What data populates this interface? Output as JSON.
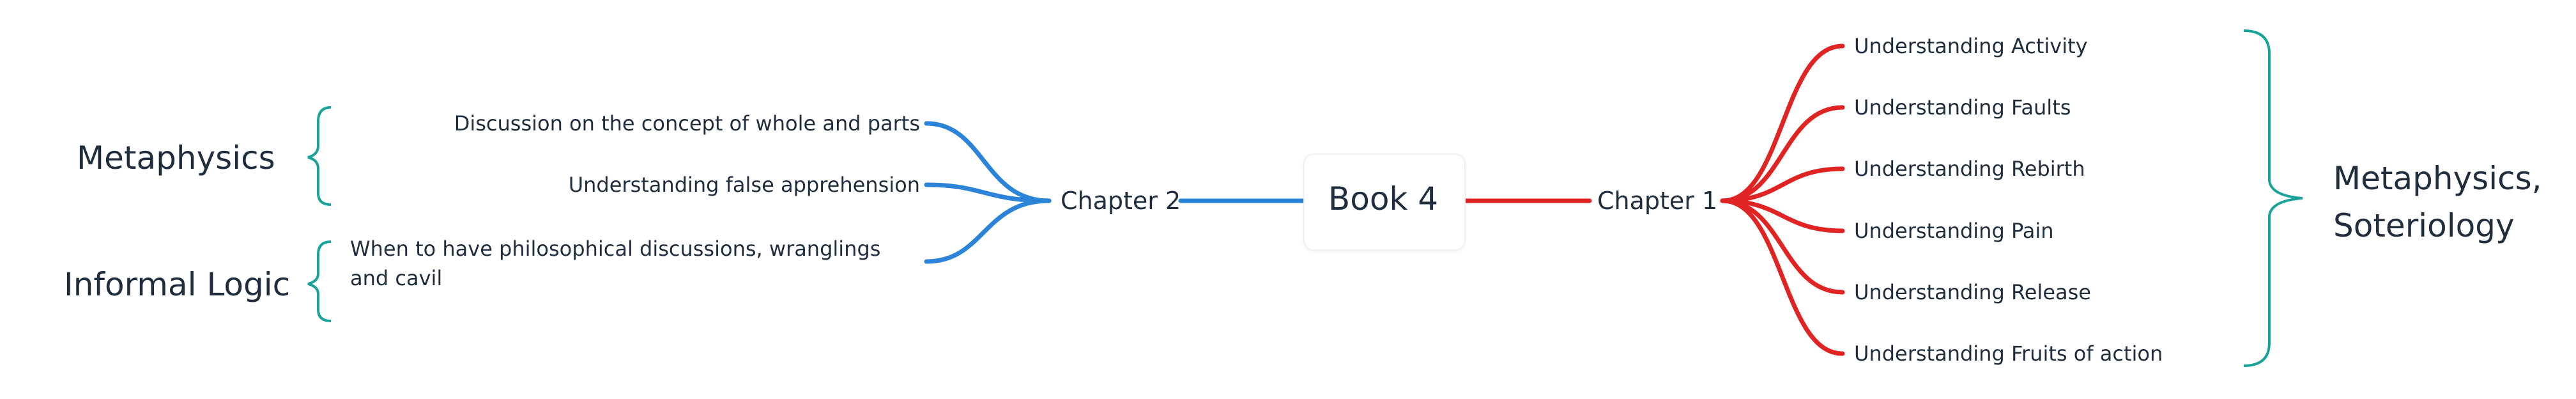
{
  "root": {
    "label": "Book 4"
  },
  "chapters": {
    "right": {
      "label": "Chapter 1",
      "color": "#e02424",
      "items": [
        "Understanding Activity",
        "Understanding Faults",
        "Understanding Rebirth",
        "Understanding Pain",
        "Understanding Release",
        "Understanding Fruits of action"
      ]
    },
    "left": {
      "label": "Chapter 2",
      "color": "#2b84d8",
      "items": [
        "Discussion on the concept of whole and parts",
        "Understanding false apprehension",
        "When to have philosophical discussions, wranglings and cavil"
      ]
    }
  },
  "summaries": {
    "color": "#1aa39a",
    "right": "Metaphysics, Soteriology",
    "left_top": "Metaphysics",
    "left_bottom": "Informal Logic"
  }
}
